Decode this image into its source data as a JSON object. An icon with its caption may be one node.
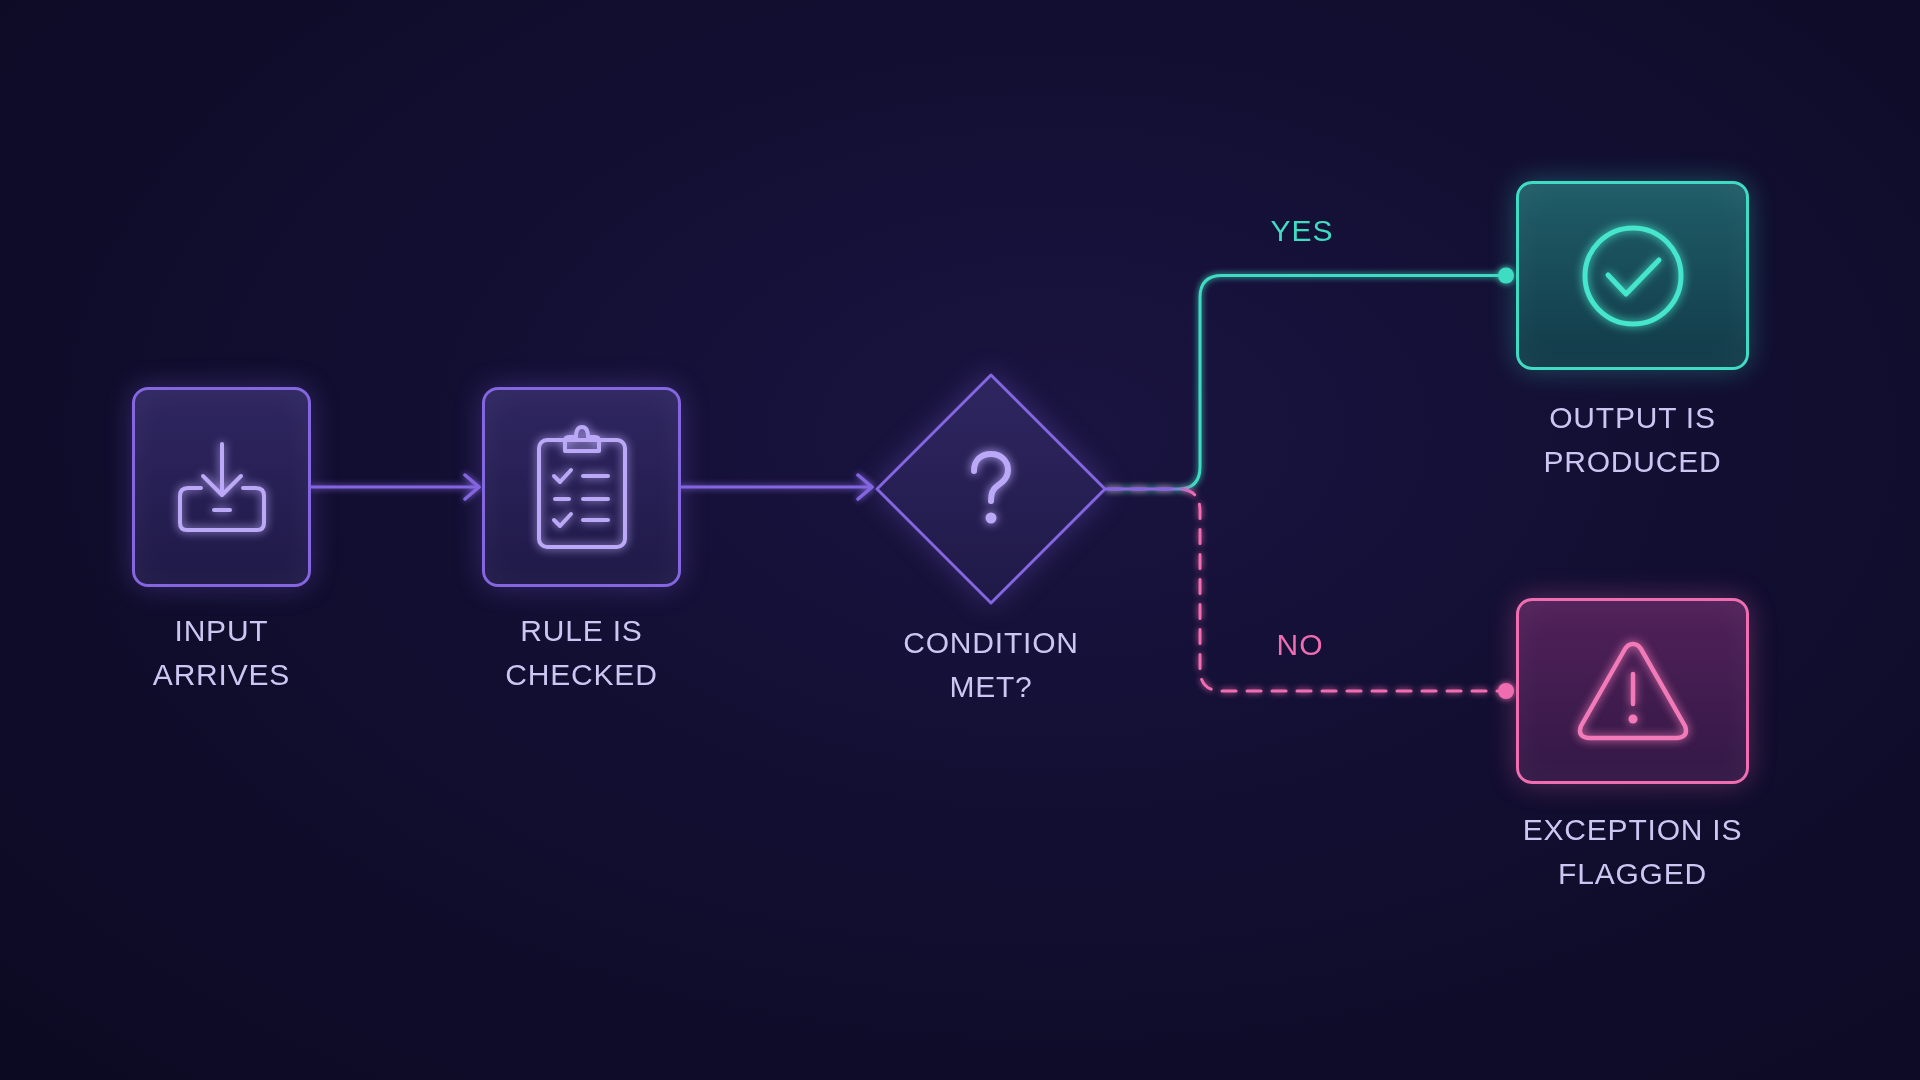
{
  "diagram": {
    "nodes": [
      {
        "text": [
          "INPUT ARRIVES"
        ]
      },
      {
        "text": [
          "RULE IS CHECKED"
        ]
      },
      {
        "text": [
          "CONDITION MET?"
        ]
      },
      {
        "text": [
          "OUTPUT IS PRODUCED"
        ]
      },
      {
        "text": [
          "EXCEPTION IS FLAGGED"
        ]
      }
    ],
    "edges": [
      {
        "from": 0,
        "to": 1,
        "arrow": "to"
      },
      {
        "from": 1,
        "to": 2,
        "arrow": "to"
      },
      {
        "from": 2,
        "to": 3,
        "arrow": "other",
        "label": "YES",
        "color": "#3fdcc3"
      },
      {
        "from": 2,
        "to": 4,
        "arrow": "other",
        "label": "NO",
        "style": "dashed",
        "color": "#ef6db0"
      }
    ]
  }
}
